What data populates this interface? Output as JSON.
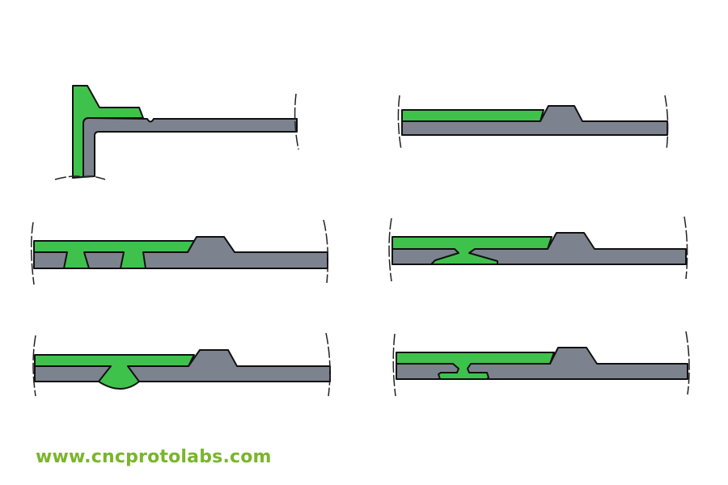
{
  "watermark": {
    "url": "www.cncprotolabs.com"
  },
  "colors": {
    "overmold": "#3fc24c",
    "substrate": "#7d838e",
    "outline": "#111111",
    "url": "#7ab52c"
  },
  "panels": [
    {
      "id": "corner-lip"
    },
    {
      "id": "flat-butt"
    },
    {
      "id": "double-through-anchor"
    },
    {
      "id": "flared-through-anchor"
    },
    {
      "id": "domed-through-anchor"
    },
    {
      "id": "flanged-anchor"
    }
  ]
}
